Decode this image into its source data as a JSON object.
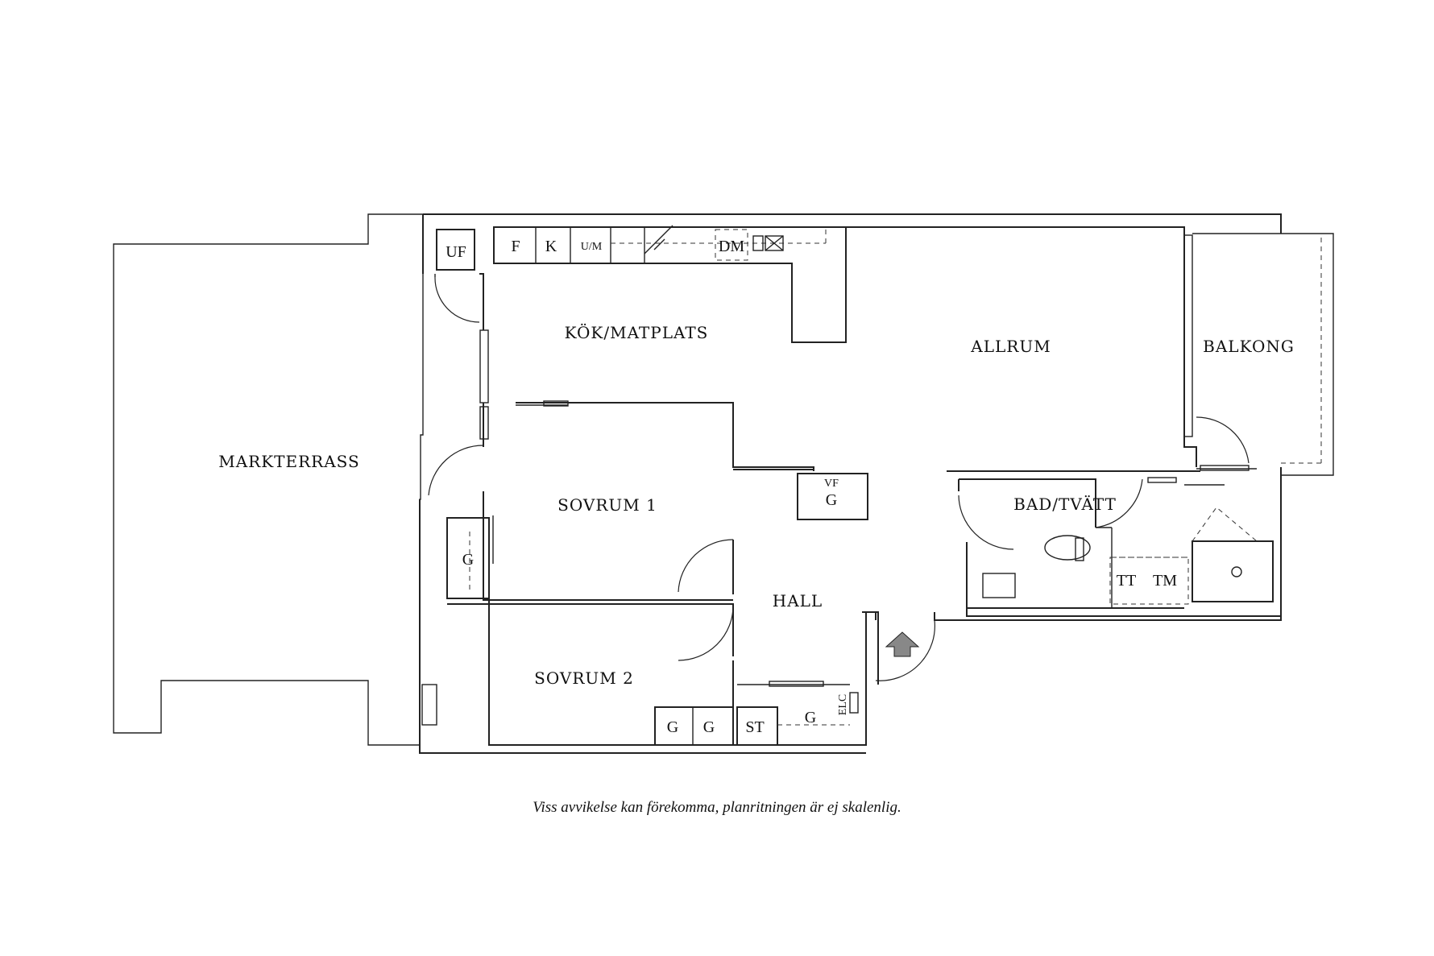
{
  "rooms": {
    "markterrass": "MARKTERRASS",
    "kok": "KÖK/MATPLATS",
    "allrum": "ALLRUM",
    "balkong": "BALKONG",
    "sovrum1": "SOVRUM 1",
    "sovrum2": "SOVRUM 2",
    "hall": "HALL",
    "bad": "BAD/TVÄTT"
  },
  "fixtures": {
    "uf": "UF",
    "f": "F",
    "k": "K",
    "um": "U/M",
    "dm": "DM",
    "vf": "VF",
    "g": "G",
    "st": "ST",
    "elc": "ELC",
    "tt": "TT",
    "tm": "TM"
  },
  "disclaimer": "Viss avvikelse kan förekomma, planritningen är ej skalenlig."
}
